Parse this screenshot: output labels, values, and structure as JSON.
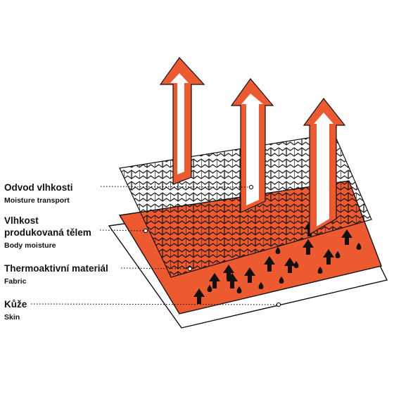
{
  "labels": [
    {
      "title": "Odvod vlhkosti",
      "subtitle": "Moisture transport"
    },
    {
      "title_line1": "Vlhkost",
      "title_line2": "produkovaná tělem",
      "subtitle": "Body moisture"
    },
    {
      "title": "Thermoaktivní materiál",
      "subtitle": "Fabric"
    },
    {
      "title": "Kůže",
      "subtitle": "Skin"
    }
  ],
  "colors": {
    "accent": "#ee5a30",
    "ink": "#111111",
    "background": "#ffffff"
  },
  "icons": [
    "arrow-up-outline-icon",
    "arrow-up-solid-icon",
    "droplet-icon"
  ]
}
